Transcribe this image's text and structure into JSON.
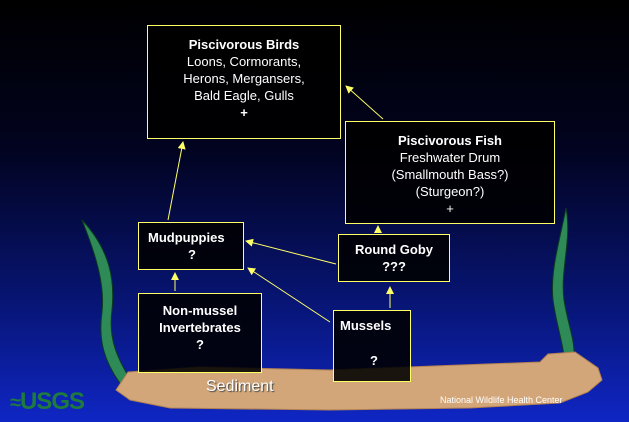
{
  "nodes": {
    "birds": {
      "title": "Piscivorous Birds",
      "lines": [
        "Loons, Cormorants,",
        "Herons, Mergansers,",
        "Bald Eagle, Gulls"
      ],
      "mark": "+"
    },
    "fish": {
      "title": "Piscivorous Fish",
      "lines": [
        "Freshwater Drum",
        "(Smallmouth Bass?)",
        "(Sturgeon?)"
      ],
      "mark": "+"
    },
    "mudpuppies": {
      "title": "Mudpuppies",
      "mark": "?"
    },
    "goby": {
      "title": "Round Goby",
      "mark": "???"
    },
    "invertebrates": {
      "title_lines": [
        "Non-mussel",
        "Invertebrates"
      ],
      "mark": "?"
    },
    "mussels": {
      "title": "Mussels",
      "mark": "?"
    }
  },
  "sediment_label": "Sediment",
  "footer": "National Wildlife Health Center",
  "logo_text": "USGS",
  "colors": {
    "box_border": "#ffff66",
    "arrow": "#ffff66",
    "seaweed": "#2e8b57",
    "sediment": "#d2a679",
    "logo": "#1e7a3d"
  }
}
